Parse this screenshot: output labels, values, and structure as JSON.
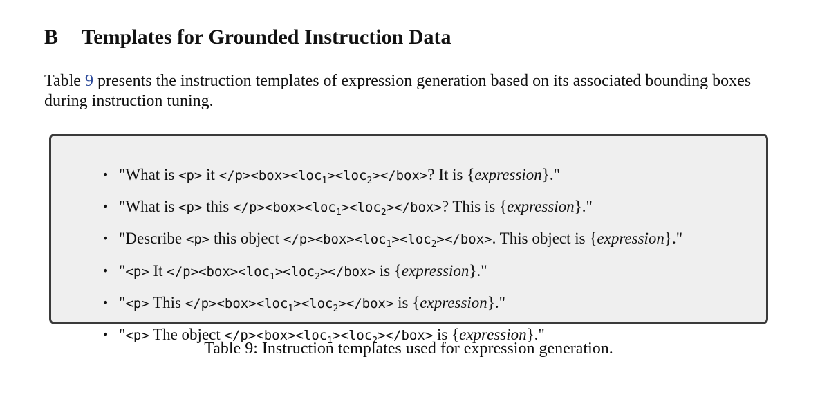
{
  "section": {
    "number": "B",
    "title": "Templates for Grounded Instruction Data"
  },
  "intro": {
    "before_ref": "Table ",
    "ref": "9",
    "after_ref": " presents the instruction templates of expression generation based on its associated bounding boxes during instruction tuning."
  },
  "tokens": {
    "p_open": "<p>",
    "p_close": "</p>",
    "box_open": "<box>",
    "box_close": "</box>",
    "loc1_prefix": "<loc",
    "loc1_sub": "1",
    "loc2_prefix": "<loc",
    "loc2_sub": "2",
    "loc_suffix": ">",
    "expression": "expression",
    "brace_open": "{",
    "brace_close": "}",
    "bullet": "•"
  },
  "templates": [
    {
      "lead": "\"What is ",
      "mid": " it ",
      "tail": "? It is ",
      "end": ".\""
    },
    {
      "lead": "\"What is ",
      "mid": " this ",
      "tail": "? This is ",
      "end": ".\""
    },
    {
      "lead": "\"Describe ",
      "mid": " this object ",
      "tail": ". This object is ",
      "end": ".\""
    },
    {
      "lead": "\"",
      "mid": " It ",
      "tail": " is ",
      "end": ".\""
    },
    {
      "lead": "\"",
      "mid": " This ",
      "tail": " is ",
      "end": ".\""
    },
    {
      "lead": "\"",
      "mid": " The object ",
      "tail": " is ",
      "end": ".\""
    }
  ],
  "caption": "Table 9: Instruction templates used for expression generation."
}
